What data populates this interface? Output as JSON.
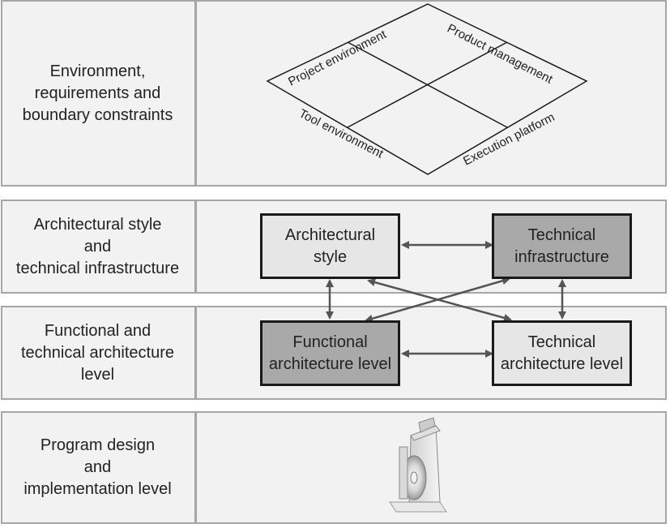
{
  "rows": [
    {
      "label": "Environment,\nrequirements and\nboundary constraints"
    },
    {
      "label": "Architectural style\nand\ntechnical infrastructure"
    },
    {
      "label": "Functional and\ntechnical architecture\nlevel"
    },
    {
      "label": "Program design\nand\nimplementation level"
    }
  ],
  "environment": {
    "project": "Project environment",
    "product": "Product management",
    "tool": "Tool environment",
    "execution": "Execution platform"
  },
  "boxes": {
    "architectural_style": "Architectural\nstyle",
    "technical_infrastructure": "Technical\ninfrastructure",
    "functional_architecture": "Functional\narchitecture level",
    "technical_architecture": "Technical\narchitecture level"
  },
  "colors": {
    "light_box": "#e6e6e6",
    "dark_box": "#a9a9a9",
    "row_background": "#f2f2f2",
    "border": "#a6a6a6"
  },
  "icons": {
    "software_package": "software-package-icon"
  }
}
